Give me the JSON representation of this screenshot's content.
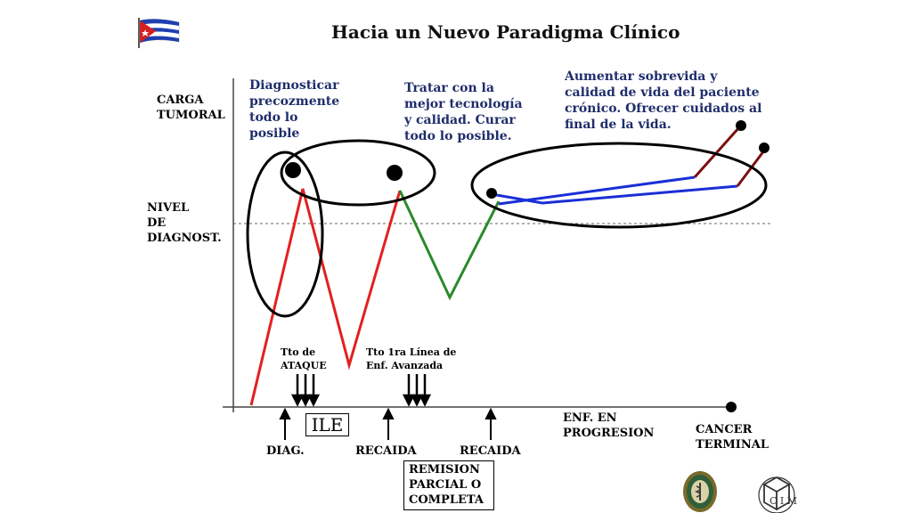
{
  "slide": {
    "title": "Hacia un Nuevo Paradigma Clínico",
    "y_axis_labels": {
      "carga_tumoral": "CARGA\nTUMORAL",
      "nivel_diagnostico": "NIVEL\nDE\nDIAGNOST."
    },
    "annotations": {
      "diagnosticar": "Diagnosticar\nprecozmente\n todo lo\nposible",
      "tratar": "Tratar con la\nmejor tecnología\ny calidad. Curar\ntodo lo posible.",
      "aumentar": "Aumentar sobrevida y\ncalidad de vida del paciente\ncrónico. Ofrecer cuidados al\nfinal de la vida."
    },
    "treatments": {
      "ataque": "Tto de\nATAQUE",
      "primera_linea": "Tto 1ra Línea de\nEnf. Avanzada"
    },
    "events": {
      "diag": "DIAG.",
      "recaida_1": "RECAIDA",
      "recaida_2": "RECAIDA",
      "ile": "ILE",
      "remision": "REMISION\nPARCIAL O\nCOMPLETA",
      "enf_progresion": "ENF. EN\nPROGRESION",
      "cancer_terminal": "CANCER\nTERMINAL"
    },
    "colors": {
      "phase_diagnosis": "#e32020",
      "phase_treatment": "#2a8a2a",
      "phase_chronic": "#1a2fd6",
      "phase_terminal": "#7a1010",
      "annotation_text": "#1f2d6b"
    },
    "icons": [
      "cuba-flag-icon",
      "university-seal-icon",
      "cim-logo-icon"
    ]
  }
}
